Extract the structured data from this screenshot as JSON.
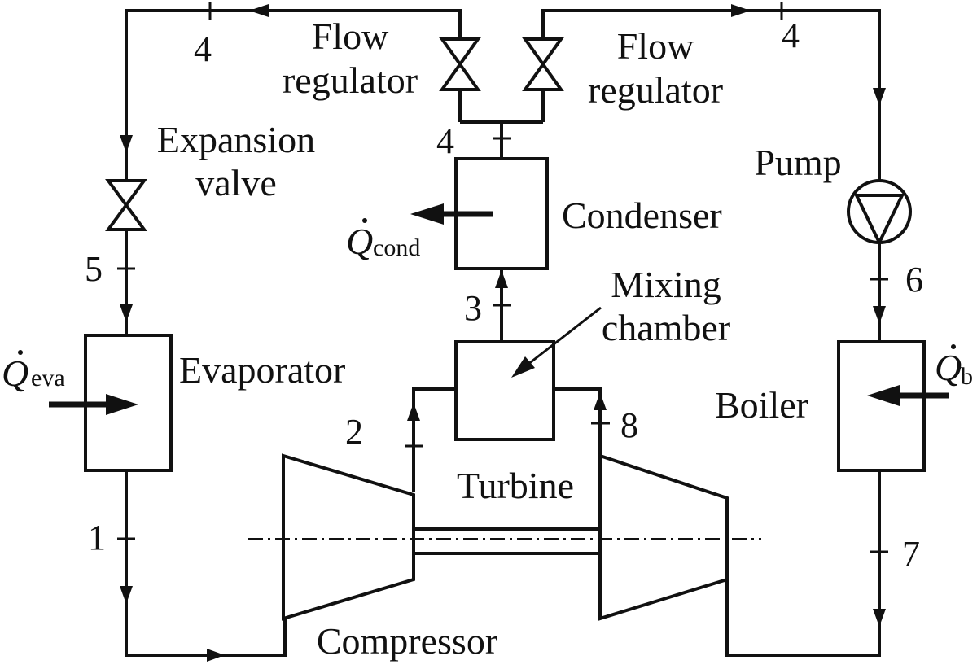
{
  "components": {
    "flow_regulator_left": [
      "Flow",
      "regulator"
    ],
    "flow_regulator_right": [
      "Flow",
      "regulator"
    ],
    "expansion_valve": [
      "Expansion",
      "valve"
    ],
    "condenser": "Condenser",
    "mixing_chamber": [
      "Mixing",
      "chamber"
    ],
    "evaporator": "Evaporator",
    "turbine": "Turbine",
    "compressor": "Compressor",
    "pump": "Pump",
    "boiler": "Boiler"
  },
  "heat_flows": {
    "condenser": {
      "symbol": "Q",
      "subscript": "cond"
    },
    "evaporator": {
      "symbol": "Q",
      "subscript": "eva"
    },
    "boiler": {
      "symbol": "Q",
      "subscript": "b"
    }
  },
  "state_points": {
    "p4_top_left": "4",
    "p4_top_right": "4",
    "p4_condenser": "4",
    "p5": "5",
    "p3": "3",
    "p6": "6",
    "p2": "2",
    "p8": "8",
    "p1": "1",
    "p7": "7"
  }
}
